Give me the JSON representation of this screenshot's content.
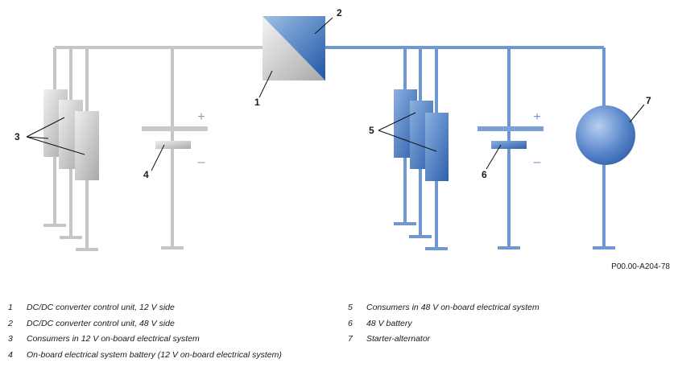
{
  "colors": {
    "side_12v": "#c6c6c6",
    "side_48v": "#6e98cf",
    "component_12v": "#b6b6b6",
    "component_48v": "#3f72bb"
  },
  "callouts": {
    "c1": "1",
    "c2": "2",
    "c3": "3",
    "c4": "4",
    "c5": "5",
    "c6": "6",
    "c7": "7"
  },
  "battery_signs": {
    "v12_plus": "+",
    "v12_minus": "–",
    "v48_plus": "+",
    "v48_minus": "–"
  },
  "figure_id": "P00.00-A204-78",
  "legend": {
    "left": [
      {
        "num": "1",
        "text": "DC/DC converter control unit, 12 V side"
      },
      {
        "num": "2",
        "text": "DC/DC converter control unit, 48 V side"
      },
      {
        "num": "3",
        "text": "Consumers in 12 V on-board electrical system"
      },
      {
        "num": "4",
        "text": "On-board electrical system battery (12 V on-board electrical system)"
      }
    ],
    "right": [
      {
        "num": "5",
        "text": "Consumers in 48 V on-board electrical system"
      },
      {
        "num": "6",
        "text": "48 V battery"
      },
      {
        "num": "7",
        "text": "Starter-alternator"
      }
    ]
  }
}
